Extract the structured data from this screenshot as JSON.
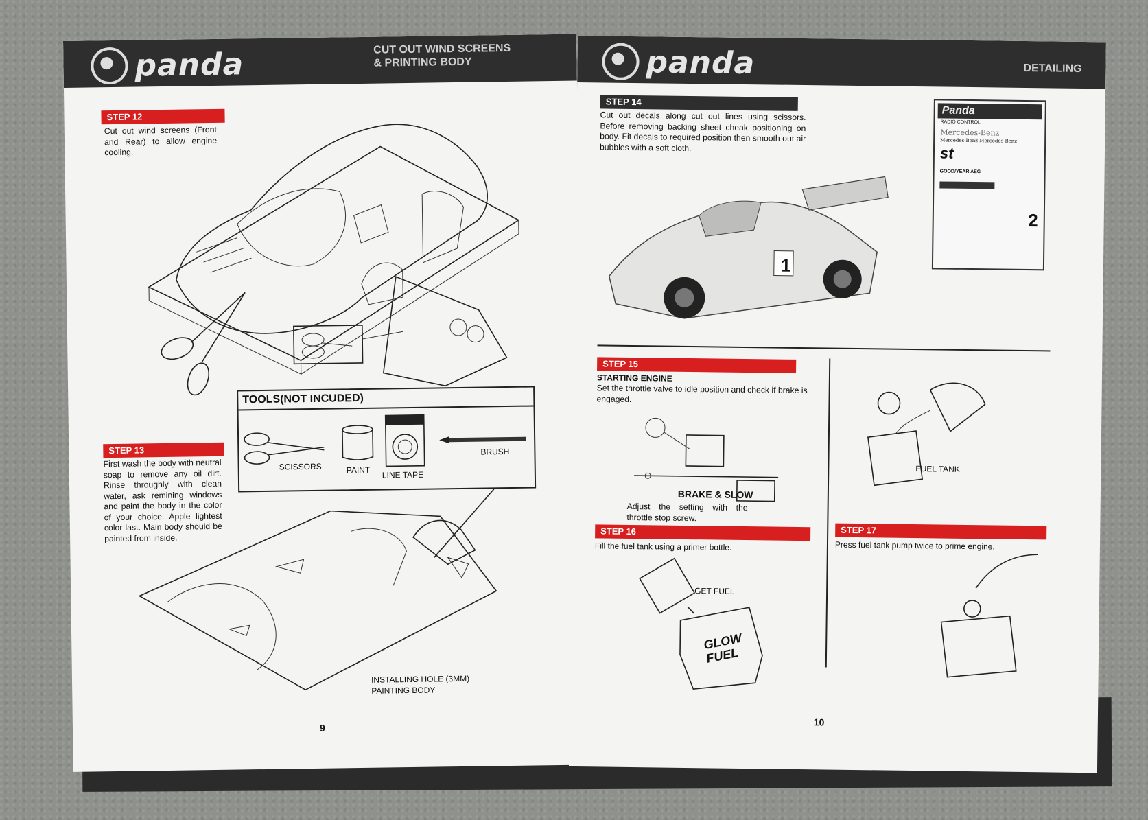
{
  "left_page": {
    "logo": "panda",
    "section_title_line1": "CUT OUT WIND SCREENS",
    "section_title_line2": "& PRINTING BODY",
    "step12": {
      "label": "STEP 12",
      "text": "Cut out wind screens (Front and Rear) to allow engine cooling."
    },
    "step13": {
      "label": "STEP 13",
      "text": "First wash the body with neutral soap to remove any oil dirt. Rinse throughly with clean water, ask remining windows and paint the body in the color of your choice. Apple lightest color last. Main body should be painted from inside."
    },
    "tools": {
      "title": "TOOLS(NOT INCUDED)",
      "scissors": "SCISSORS",
      "paint": "PAINT",
      "line_tape": "LINE TAPE",
      "brush": "BRUSH"
    },
    "caption_line1": "INSTALLING HOLE (3MM)",
    "caption_line2": "PAINTING BODY",
    "page_number": "9"
  },
  "right_page": {
    "logo": "panda",
    "section_title": "DETAILING",
    "step14": {
      "label": "STEP 14",
      "text": "Cut out decals along cut out lines using scissors. Before removing backing sheet cheak positioning on body. Fit decals to required position then smooth out air bubbles with a soft cloth."
    },
    "decal_sheet": {
      "brand": "Panda",
      "sub": "RADIO CONTROL",
      "maker1": "Mercedes-Benz",
      "maker2": "Mercedes-Benz  Mercedes-Benz",
      "st": "st",
      "tyre": "GOOD/YEAR  AEG",
      "number": "2"
    },
    "car_number": "1",
    "step15": {
      "label": "STEP 15",
      "heading": "STARTING ENGINE",
      "text": "Set the throttle valve to idle position and check if brake is engaged.",
      "diagram_title": "BRAKE & SLOW",
      "note": "Adjust the setting with the throttle stop screw."
    },
    "step16": {
      "label": "STEP 16",
      "text": "Fill the fuel tank using a primer bottle.",
      "get_fuel": "GET FUEL",
      "can_line1": "GLOW",
      "can_line2": "FUEL"
    },
    "step17": {
      "label": "STEP 17",
      "text": "Press fuel tank pump twice to prime engine."
    },
    "fuel_tank_label": "FUEL TANK",
    "page_number": "10"
  }
}
